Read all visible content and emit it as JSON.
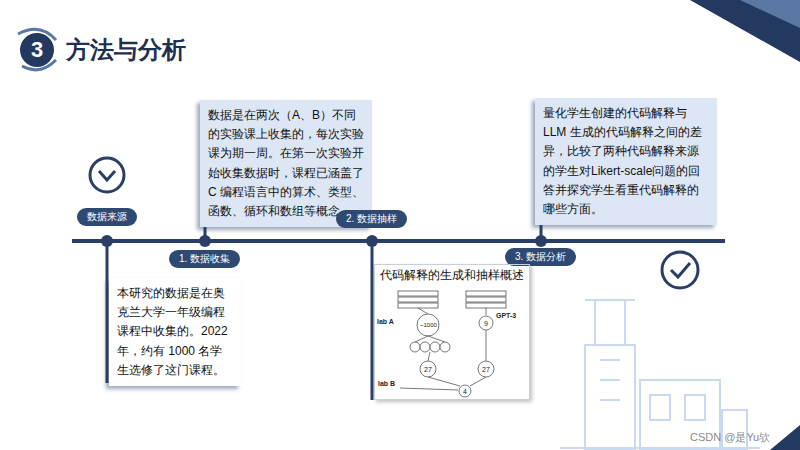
{
  "diagram": {
    "title": "方法与分析",
    "nodes": [
      {
        "text": [
          "数据来源"
        ]
      },
      {
        "text": [
          "数据是在两次（A、B）不同的实验课上收集的，每次实验课为期一周。在第一次实验开始收集数据时，课程已涵盖了 C 编程语言中的算术、类型、函数、循环和数组等概念。"
        ]
      },
      {
        "text": [
          "1. 数据收集"
        ]
      },
      {
        "text": [
          "2. 数据抽样"
        ]
      },
      {
        "text": [
          "量化学生创建的代码解释与 LLM 生成的代码解释之间的差异，比较了两种代码解释来源的学生对Likert-scale问题的回答并探究学生看重代码解释的哪些方面。"
        ]
      },
      {
        "text": [
          "3. 数据分析"
        ]
      },
      {
        "text": [
          "本研究的数据是在奥克兰大学一年级编程课程中收集的。2022 年，约有 1000 名学生选修了这门课程。"
        ]
      },
      {
        "text": [
          "代码解释的生成和抽样概述"
        ]
      }
    ],
    "labels": [
      "3",
      "lab A",
      "GPT-3",
      "~1000",
      "9",
      "27",
      "27",
      "lab B",
      "4",
      "CSDN @是Yu欤"
    ]
  }
}
